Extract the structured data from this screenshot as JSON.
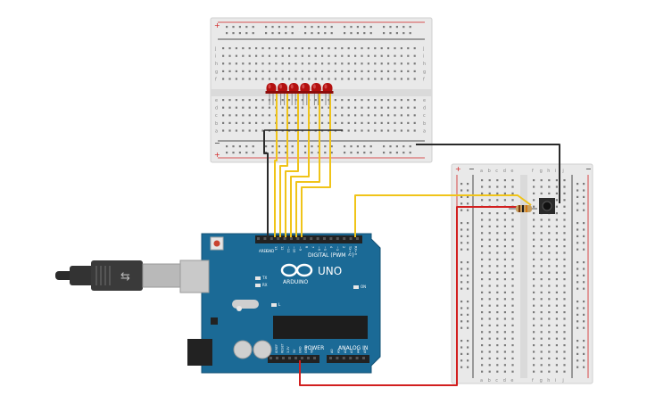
{
  "arduino": {
    "logo": "ARDUINO",
    "model": "UNO",
    "digital_label": "DIGITAL (PWM ~)",
    "power_label": "POWER",
    "analog_label": "ANALOG IN",
    "aref": "AREF",
    "gnd": "GND",
    "tx": "TX",
    "rx": "RX",
    "on": "ON",
    "l": "L",
    "digital_pins": [
      "13",
      "12",
      "~11",
      "~10",
      "~9",
      "8",
      "7",
      "~6",
      "~5",
      "4",
      "~3",
      "2",
      "TX→1",
      "RX←0"
    ],
    "power_pins": [
      "IOREF",
      "RESET",
      "3.3V",
      "5V",
      "GND",
      "GND",
      "Vin"
    ],
    "analog_pins": [
      "A0",
      "A1",
      "A2",
      "A3",
      "A4",
      "A5"
    ]
  },
  "top_breadboard": {
    "row_letters": [
      "j",
      "i",
      "h",
      "g",
      "f",
      "e",
      "d",
      "c",
      "b",
      "a"
    ],
    "plus": "+",
    "minus": "−"
  },
  "side_breadboard": {
    "col_letters_left": [
      "a",
      "b",
      "c",
      "d",
      "e"
    ],
    "col_letters_right": [
      "f",
      "g",
      "h",
      "i",
      "j"
    ],
    "plus": "+",
    "minus": "−"
  },
  "components": {
    "led_count": 6,
    "led_color": "#b3100f",
    "resistor_color": "#c7a062",
    "wire_yellow": "#f0c419",
    "wire_black": "#2a2a2a",
    "wire_red": "#d21f1f",
    "board_color": "#1b6a96"
  }
}
